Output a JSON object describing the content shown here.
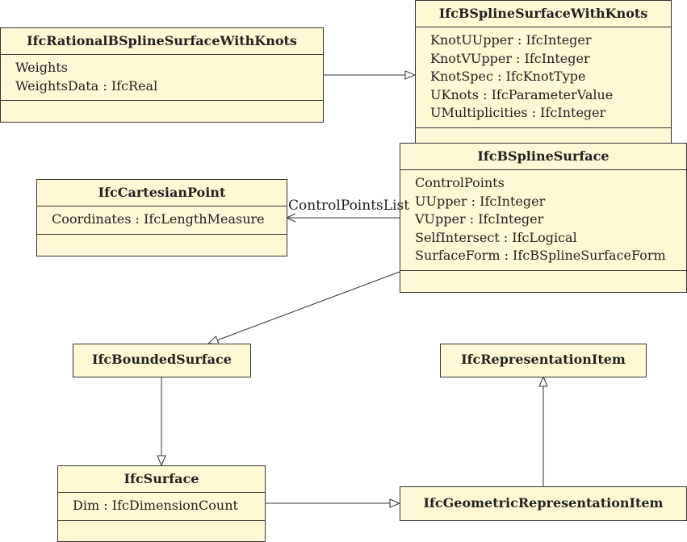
{
  "classes": {
    "rational": {
      "name": "IfcRationalBSplineSurfaceWithKnots",
      "attributes": [
        "Weights",
        "WeightsData : IfcReal"
      ]
    },
    "withknots": {
      "name": "IfcBSplineSurfaceWithKnots",
      "attributes": [
        "KnotUUpper : IfcInteger",
        "KnotVUpper : IfcInteger",
        "KnotSpec : IfcKnotType",
        "UKnots : IfcParameterValue",
        "UMultiplicities : IfcInteger"
      ]
    },
    "cartesian": {
      "name": "IfcCartesianPoint",
      "attributes": [
        "Coordinates : IfcLengthMeasure"
      ]
    },
    "bspline": {
      "name": "IfcBSplineSurface",
      "attributes": [
        "ControlPoints",
        "UUpper : IfcInteger",
        "VUpper : IfcInteger",
        "SelfIntersect : IfcLogical",
        "SurfaceForm : IfcBSplineSurfaceForm"
      ]
    },
    "bounded": {
      "name": "IfcBoundedSurface"
    },
    "repitem": {
      "name": "IfcRepresentationItem"
    },
    "surface": {
      "name": "IfcSurface",
      "attributes": [
        "Dim : IfcDimensionCount"
      ]
    },
    "geomrep": {
      "name": "IfcGeometricRepresentationItem"
    }
  },
  "association_label": "ControlPointsList"
}
